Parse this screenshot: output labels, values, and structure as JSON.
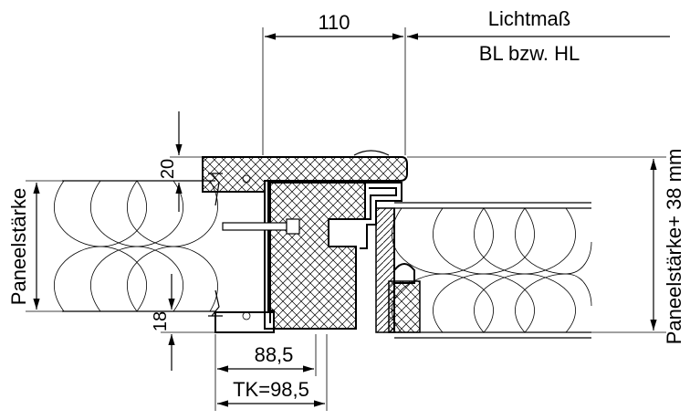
{
  "dimensions": {
    "top_width": "110",
    "clear_width_label": "Lichtmaß",
    "clear_width_sub": "BL bzw. HL",
    "top_offset": "20",
    "bottom_offset": "18",
    "frame_depth": "88,5",
    "total_depth": "TK=98,5"
  },
  "labels": {
    "left_panel_thickness": "Paneelstärke",
    "right_panel_thickness": "Paneelstärke+ 38 mm"
  },
  "colors": {
    "line": "#000000",
    "background": "#ffffff"
  }
}
